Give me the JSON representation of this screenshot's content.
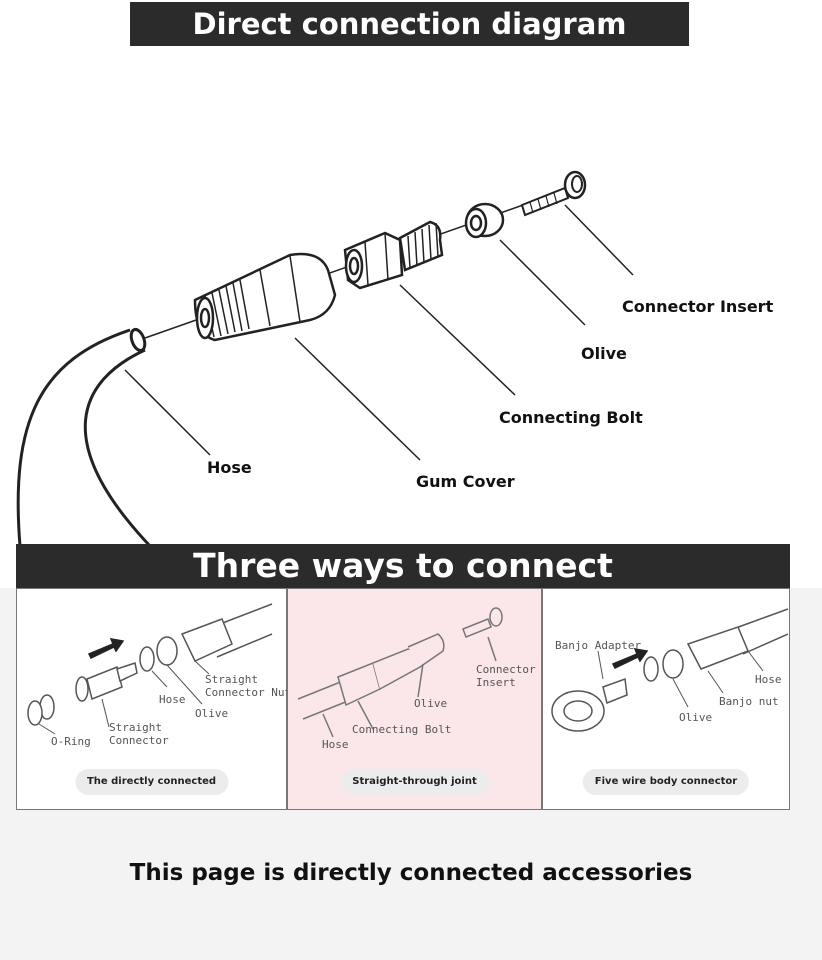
{
  "top_section": {
    "title": "Direct connection diagram",
    "labels": {
      "connector_insert": "Connector Insert",
      "olive": "Olive",
      "connecting_bolt": "Connecting Bolt",
      "hose": "Hose",
      "gum_cover": "Gum Cover"
    }
  },
  "bottom_section": {
    "title": "Three ways to connect",
    "panels": [
      {
        "caption": "The directly connected",
        "labels": {
          "o_ring": "O-Ring",
          "straight_connector": "Straight\nConnector",
          "hose": "Hose",
          "olive": "Olive",
          "straight_connector_nut": "Straight\nConnector Nut"
        }
      },
      {
        "caption": "Straight-through joint",
        "labels": {
          "hose": "Hose",
          "connecting_bolt": "Connecting Bolt",
          "olive": "Olive",
          "connector_insert": "Connector\nInsert"
        }
      },
      {
        "caption": "Five wire body connector",
        "labels": {
          "banjo_adapter": "Banjo Adapter",
          "olive": "Olive",
          "banjo_nut": "Banjo nut",
          "hose": "Hose"
        }
      }
    ]
  },
  "footer": {
    "text": "This page is directly connected accessories"
  },
  "colors": {
    "banner_bg": "#2b2b2b",
    "panel_highlight": "#fbe7ea",
    "caption_bg": "#ececec"
  }
}
